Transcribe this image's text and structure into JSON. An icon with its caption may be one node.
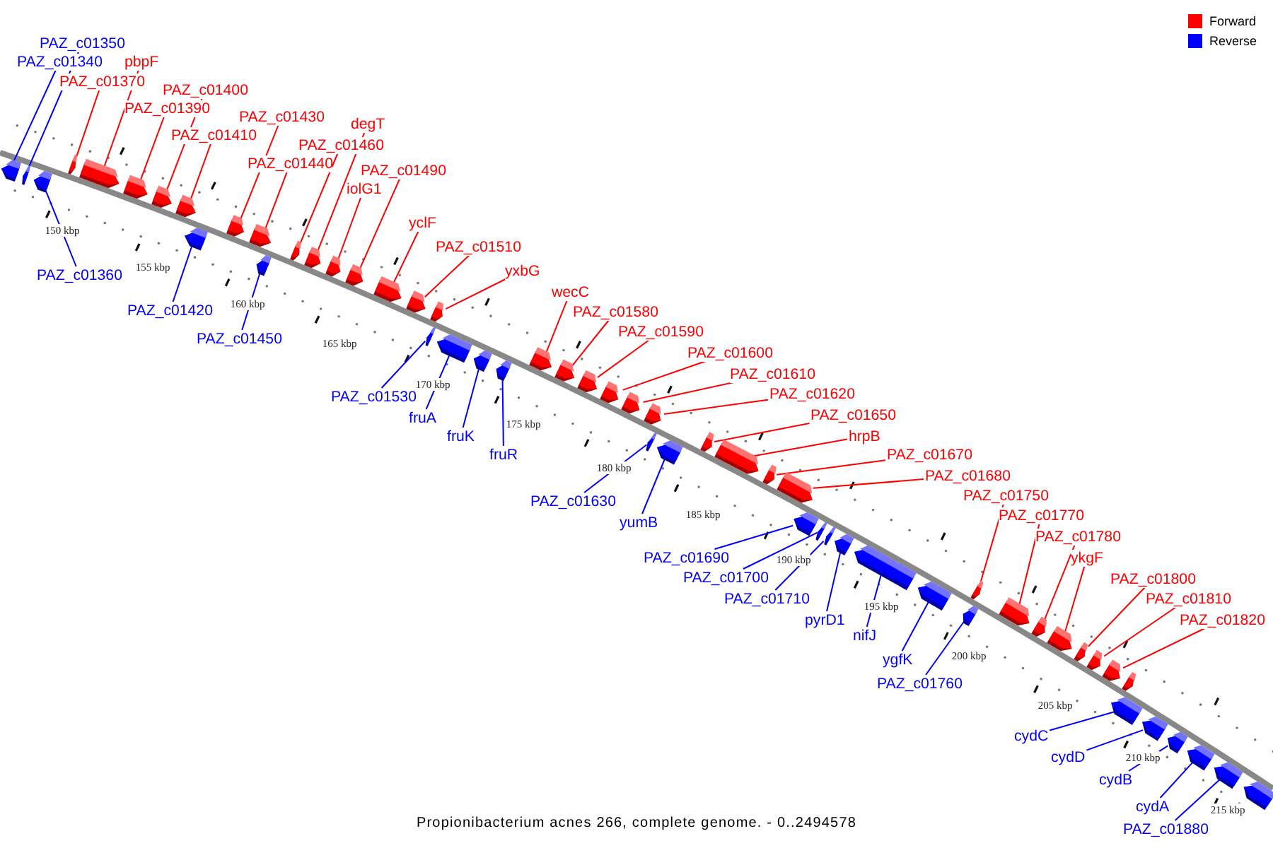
{
  "diagram": {
    "caption": "Propionibacterium acnes 266, complete genome. - 0..2494578",
    "nodes": [
      {
        "text": [
          "PAZ_c01340"
        ]
      },
      {
        "text": [],
        "shape": "arrow"
      },
      {
        "text": [
          "PAZ_c01350"
        ]
      },
      {
        "text": [],
        "shape": "arrow"
      },
      {
        "text": [
          "PAZ_c01360"
        ]
      },
      {
        "text": [],
        "shape": "arrow"
      },
      {
        "text": [
          "PAZ_c01370"
        ]
      },
      {
        "text": [],
        "shape": "arrow"
      },
      {
        "text": [
          "pbpF"
        ]
      },
      {
        "text": [],
        "shape": "arrow"
      },
      {
        "text": [
          "PAZ_c01390"
        ]
      },
      {
        "text": [],
        "shape": "arrow"
      },
      {
        "text": [
          "PAZ_c01400"
        ]
      },
      {
        "text": [],
        "shape": "arrow"
      },
      {
        "text": [
          "PAZ_c01410"
        ]
      },
      {
        "text": [],
        "shape": "arrow"
      },
      {
        "text": [
          "PAZ_c01420"
        ]
      },
      {
        "text": [],
        "shape": "arrow"
      },
      {
        "text": [
          "PAZ_c01430"
        ]
      },
      {
        "text": [],
        "shape": "arrow"
      },
      {
        "text": [
          "PAZ_c01440"
        ]
      },
      {
        "text": [],
        "shape": "arrow"
      },
      {
        "text": [
          "PAZ_c01450"
        ]
      },
      {
        "text": [],
        "shape": "arrow"
      },
      {
        "text": [
          "PAZ_c01460"
        ]
      },
      {
        "text": [],
        "shape": "arrow"
      },
      {
        "text": [
          "degT"
        ]
      },
      {
        "text": [],
        "shape": "arrow"
      },
      {
        "text": [
          "iolG1"
        ]
      },
      {
        "text": [],
        "shape": "arrow"
      },
      {
        "text": [
          "PAZ_c01490"
        ]
      },
      {
        "text": [],
        "shape": "arrow"
      },
      {
        "text": [
          "yclF"
        ]
      },
      {
        "text": [],
        "shape": "arrow"
      },
      {
        "text": [
          "PAZ_c01510"
        ]
      },
      {
        "text": [],
        "shape": "arrow"
      },
      {
        "text": [
          "yxbG"
        ]
      },
      {
        "text": [],
        "shape": "arrow"
      },
      {
        "text": [
          "PAZ_c01530"
        ]
      },
      {
        "text": [],
        "shape": "arrow"
      },
      {
        "text": [
          "fruA"
        ]
      },
      {
        "text": [],
        "shape": "arrow"
      },
      {
        "text": [
          "fruK"
        ]
      },
      {
        "text": [],
        "shape": "arrow"
      },
      {
        "text": [
          "fruR"
        ]
      },
      {
        "text": [],
        "shape": "arrow"
      },
      {
        "text": [
          "wecC"
        ]
      },
      {
        "text": [],
        "shape": "arrow"
      },
      {
        "text": [
          "PAZ_c01580"
        ]
      },
      {
        "text": [],
        "shape": "arrow"
      },
      {
        "text": [
          "PAZ_c01590"
        ]
      },
      {
        "text": [],
        "shape": "arrow"
      },
      {
        "text": [
          "PAZ_c01600"
        ]
      },
      {
        "text": [],
        "shape": "arrow"
      },
      {
        "text": [
          "PAZ_c01610"
        ]
      },
      {
        "text": [],
        "shape": "arrow"
      },
      {
        "text": [
          "PAZ_c01620"
        ]
      },
      {
        "text": [],
        "shape": "arrow"
      },
      {
        "text": [
          "PAZ_c01630"
        ]
      },
      {
        "text": [],
        "shape": "arrow"
      },
      {
        "text": [
          "yumB"
        ]
      },
      {
        "text": [],
        "shape": "arrow"
      },
      {
        "text": [
          "PAZ_c01650"
        ]
      },
      {
        "text": [],
        "shape": "arrow"
      },
      {
        "text": [
          "hrpB"
        ]
      },
      {
        "text": [],
        "shape": "arrow"
      },
      {
        "text": [
          "PAZ_c01670"
        ]
      },
      {
        "text": [],
        "shape": "arrow"
      },
      {
        "text": [
          "PAZ_c01680"
        ]
      },
      {
        "text": [],
        "shape": "arrow"
      },
      {
        "text": [
          "PAZ_c01690"
        ]
      },
      {
        "text": [],
        "shape": "arrow"
      },
      {
        "text": [
          "PAZ_c01700"
        ]
      },
      {
        "text": [],
        "shape": "arrow"
      },
      {
        "text": [
          "PAZ_c01710"
        ]
      },
      {
        "text": [],
        "shape": "arrow"
      },
      {
        "text": [
          "pyrD1"
        ]
      },
      {
        "text": [],
        "shape": "arrow"
      },
      {
        "text": [
          "nifJ"
        ]
      },
      {
        "text": [],
        "shape": "arrow"
      },
      {
        "text": [
          "ygfK"
        ]
      },
      {
        "text": [],
        "shape": "arrow"
      },
      {
        "text": [
          "PAZ_c01750"
        ]
      },
      {
        "text": [],
        "shape": "arrow"
      },
      {
        "text": [
          "PAZ_c01760"
        ]
      },
      {
        "text": [],
        "shape": "arrow"
      },
      {
        "text": [
          "PAZ_c01770"
        ]
      },
      {
        "text": [],
        "shape": "arrow"
      },
      {
        "text": [
          "PAZ_c01780"
        ]
      },
      {
        "text": [],
        "shape": "arrow"
      },
      {
        "text": [
          "ykgF"
        ]
      },
      {
        "text": [],
        "shape": "arrow"
      },
      {
        "text": [
          "PAZ_c01800"
        ]
      },
      {
        "text": [],
        "shape": "arrow"
      },
      {
        "text": [
          "PAZ_c01810"
        ]
      },
      {
        "text": [],
        "shape": "arrow"
      },
      {
        "text": [
          "PAZ_c01820"
        ]
      },
      {
        "text": [],
        "shape": "arrow"
      },
      {
        "text": [],
        "shape": "arrow"
      },
      {
        "text": [
          "cydC"
        ]
      },
      {
        "text": [],
        "shape": "arrow"
      },
      {
        "text": [
          "cydD"
        ]
      },
      {
        "text": [],
        "shape": "arrow"
      },
      {
        "text": [
          "cydB"
        ]
      },
      {
        "text": [],
        "shape": "arrow"
      },
      {
        "text": [
          "cydA"
        ]
      },
      {
        "text": [],
        "shape": "arrow"
      },
      {
        "text": [
          "PAZ_c01880"
        ]
      },
      {
        "text": [],
        "shape": "arrow"
      },
      {
        "text": [],
        "shape": "arrow"
      }
    ],
    "edges": [
      {
        "from": 0,
        "to": 1,
        "arrow": "none",
        "color": "#0000ff"
      },
      {
        "from": 2,
        "to": 3,
        "arrow": "none",
        "color": "#0000ff"
      },
      {
        "from": 4,
        "to": 5,
        "arrow": "none",
        "color": "#0000ff"
      },
      {
        "from": 6,
        "to": 7,
        "arrow": "none",
        "color": "#ff0000"
      },
      {
        "from": 8,
        "to": 9,
        "arrow": "none",
        "color": "#ff0000"
      },
      {
        "from": 10,
        "to": 11,
        "arrow": "none",
        "color": "#ff0000"
      },
      {
        "from": 12,
        "to": 13,
        "arrow": "none",
        "color": "#ff0000"
      },
      {
        "from": 14,
        "to": 15,
        "arrow": "none",
        "color": "#ff0000"
      },
      {
        "from": 16,
        "to": 17,
        "arrow": "none",
        "color": "#0000ff"
      },
      {
        "from": 18,
        "to": 19,
        "arrow": "none",
        "color": "#ff0000"
      },
      {
        "from": 20,
        "to": 21,
        "arrow": "none",
        "color": "#ff0000"
      },
      {
        "from": 22,
        "to": 23,
        "arrow": "none",
        "color": "#0000ff"
      },
      {
        "from": 24,
        "to": 25,
        "arrow": "none",
        "color": "#ff0000"
      },
      {
        "from": 26,
        "to": 27,
        "arrow": "none",
        "color": "#ff0000"
      },
      {
        "from": 28,
        "to": 29,
        "arrow": "none",
        "color": "#ff0000"
      },
      {
        "from": 30,
        "to": 31,
        "arrow": "none",
        "color": "#ff0000"
      },
      {
        "from": 32,
        "to": 33,
        "arrow": "none",
        "color": "#ff0000"
      },
      {
        "from": 34,
        "to": 35,
        "arrow": "none",
        "color": "#ff0000"
      },
      {
        "from": 36,
        "to": 37,
        "arrow": "none",
        "color": "#ff0000"
      },
      {
        "from": 38,
        "to": 39,
        "arrow": "none",
        "color": "#0000ff"
      },
      {
        "from": 40,
        "to": 41,
        "arrow": "none",
        "color": "#0000ff"
      },
      {
        "from": 42,
        "to": 43,
        "arrow": "none",
        "color": "#0000ff"
      },
      {
        "from": 44,
        "to": 45,
        "arrow": "none",
        "color": "#0000ff"
      },
      {
        "from": 46,
        "to": 47,
        "arrow": "none",
        "color": "#ff0000"
      },
      {
        "from": 48,
        "to": 49,
        "arrow": "none",
        "color": "#ff0000"
      },
      {
        "from": 50,
        "to": 51,
        "arrow": "none",
        "color": "#ff0000"
      },
      {
        "from": 52,
        "to": 53,
        "arrow": "none",
        "color": "#ff0000"
      },
      {
        "from": 54,
        "to": 55,
        "arrow": "none",
        "color": "#ff0000"
      },
      {
        "from": 56,
        "to": 57,
        "arrow": "none",
        "color": "#ff0000"
      },
      {
        "from": 58,
        "to": 59,
        "arrow": "none",
        "color": "#0000ff"
      },
      {
        "from": 60,
        "to": 61,
        "arrow": "none",
        "color": "#0000ff"
      },
      {
        "from": 62,
        "to": 63,
        "arrow": "none",
        "color": "#ff0000"
      },
      {
        "from": 64,
        "to": 65,
        "arrow": "none",
        "color": "#ff0000"
      },
      {
        "from": 66,
        "to": 67,
        "arrow": "none",
        "color": "#ff0000"
      },
      {
        "from": 68,
        "to": 69,
        "arrow": "none",
        "color": "#ff0000"
      },
      {
        "from": 70,
        "to": 71,
        "arrow": "none",
        "color": "#0000ff"
      },
      {
        "from": 72,
        "to": 73,
        "arrow": "none",
        "color": "#0000ff"
      },
      {
        "from": 74,
        "to": 75,
        "arrow": "none",
        "color": "#0000ff"
      },
      {
        "from": 76,
        "to": 77,
        "arrow": "none",
        "color": "#0000ff"
      },
      {
        "from": 78,
        "to": 79,
        "arrow": "none",
        "color": "#0000ff"
      },
      {
        "from": 80,
        "to": 81,
        "arrow": "none",
        "color": "#0000ff"
      },
      {
        "from": 82,
        "to": 83,
        "arrow": "none",
        "color": "#ff0000"
      },
      {
        "from": 84,
        "to": 85,
        "arrow": "none",
        "color": "#0000ff"
      },
      {
        "from": 86,
        "to": 87,
        "arrow": "none",
        "color": "#ff0000"
      },
      {
        "from": 88,
        "to": 89,
        "arrow": "none",
        "color": "#ff0000"
      },
      {
        "from": 90,
        "to": 91,
        "arrow": "none",
        "color": "#ff0000"
      },
      {
        "from": 92,
        "to": 93,
        "arrow": "none",
        "color": "#ff0000"
      },
      {
        "from": 94,
        "to": 95,
        "arrow": "none",
        "color": "#ff0000"
      },
      {
        "from": 96,
        "to": 97,
        "arrow": "none",
        "color": "#ff0000"
      },
      {
        "from": 99,
        "to": 100,
        "arrow": "none",
        "color": "#0000ff"
      },
      {
        "from": 101,
        "to": 102,
        "arrow": "none",
        "color": "#0000ff"
      },
      {
        "from": 103,
        "to": 104,
        "arrow": "none",
        "color": "#0000ff"
      },
      {
        "from": 105,
        "to": 106,
        "arrow": "none",
        "color": "#0000ff"
      },
      {
        "from": 107,
        "to": 108,
        "arrow": "none",
        "color": "#0000ff"
      }
    ],
    "labels": [
      "150 kbp",
      "155 kbp",
      "160 kbp",
      "165 kbp",
      "170 kbp",
      "175 kbp",
      "180 kbp",
      "185 kbp",
      "190 kbp",
      "195 kbp",
      "200 kbp",
      "205 kbp",
      "210 kbp",
      "215 kbp"
    ],
    "legend": [
      {
        "text": "Forward",
        "color": "#ff0000"
      },
      {
        "text": "Reverse",
        "color": "#0000ff"
      }
    ]
  }
}
